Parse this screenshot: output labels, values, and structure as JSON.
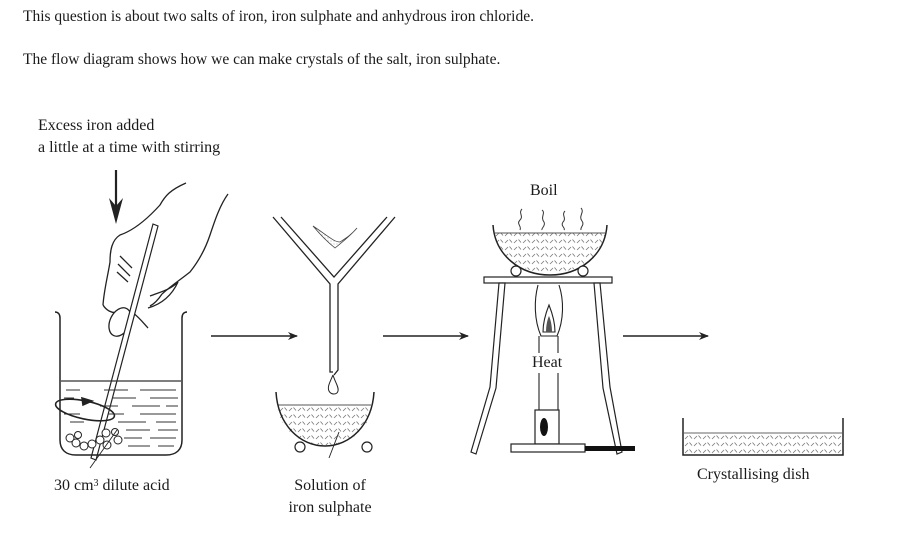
{
  "intro": {
    "line1": "This question is about two salts of iron, iron sulphate and anhydrous iron chloride.",
    "line2": "The flow diagram shows how we can make crystals of the salt, iron sulphate."
  },
  "diagram": {
    "steps": [
      {
        "name": "dissolve",
        "annotation_line1": "Excess iron added",
        "annotation_line2": "a little at a time with stirring",
        "label_prefix": "30 cm",
        "label_superscript": "3",
        "label_suffix": " dilute acid"
      },
      {
        "name": "filter",
        "label_line1": "Solution of",
        "label_line2": "iron sulphate"
      },
      {
        "name": "boil",
        "top_label": "Boil",
        "heat_label": "Heat"
      },
      {
        "name": "crystallise",
        "label": "Crystallising dish"
      }
    ],
    "icons": [
      "down-arrow-icon",
      "right-arrow-icon"
    ]
  }
}
